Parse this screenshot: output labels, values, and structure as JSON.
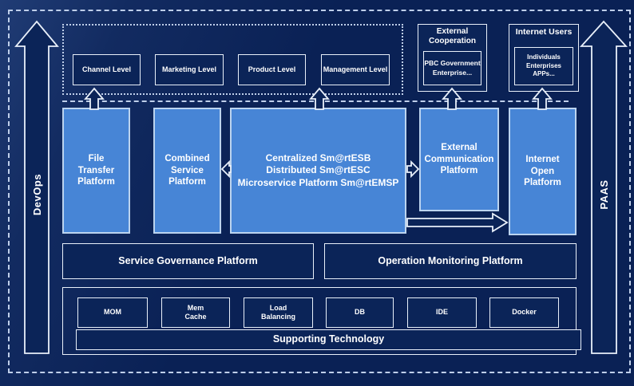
{
  "side_arrows": {
    "left_label": "DevOps",
    "right_label": "PAAS"
  },
  "top_levels": {
    "items": [
      {
        "label": "Channel Level"
      },
      {
        "label": "Marketing Level"
      },
      {
        "label": "Product Level"
      },
      {
        "label": "Management Level"
      }
    ]
  },
  "external_cooperation": {
    "title": "External\nCooperation",
    "members": "PBC Government\nEnterprise..."
  },
  "internet_users": {
    "title": "Internet Users",
    "members": "Individuals\nEnterprises\nAPPs..."
  },
  "platforms": {
    "file_transfer": {
      "label": "File\nTransfer\nPlatform"
    },
    "combined_service": {
      "label": "Combined\nService\nPlatform"
    },
    "esb_core": {
      "label": "Centralized Sm@rtESB\nDistributed Sm@rtESC\nMicroservice Platform Sm@rtEMSP"
    },
    "external_communication": {
      "label": "External\nCommunication\nPlatform"
    },
    "internet_open": {
      "label": "Internet\nOpen\nPlatform"
    }
  },
  "governance_row": {
    "service_governance": {
      "label": "Service Governance Platform"
    },
    "operation_monitoring": {
      "label": "Operation Monitoring Platform"
    }
  },
  "supporting_technology": {
    "bar_label": "Supporting Technology",
    "items": [
      {
        "label": "MOM"
      },
      {
        "label": "Mem\nCache"
      },
      {
        "label": "Load\nBalancing"
      },
      {
        "label": "DB"
      },
      {
        "label": "IDE"
      },
      {
        "label": "Docker"
      }
    ]
  },
  "colors": {
    "background": "#0a2155",
    "panel_navy": "#0b2458",
    "accent_blue": "#4785d6",
    "border_light": "#e9f0fa",
    "text": "#ffffff"
  }
}
